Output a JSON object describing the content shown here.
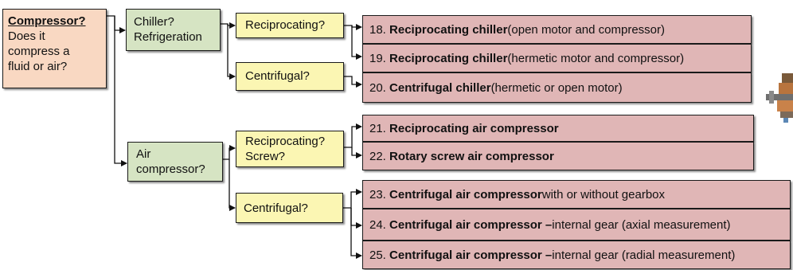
{
  "root": {
    "title": "Compressor?",
    "question": "Does it\ncompress a\nfluid or air?"
  },
  "branches": {
    "chiller": "Chiller?\nRefrigeration",
    "air_compressor": "Air\ncompressor?"
  },
  "questions": {
    "chiller_reciprocating": "Reciprocating?",
    "chiller_centrifugal": "Centrifugal?",
    "air_reciprocating_screw": "Reciprocating?\nScrew?",
    "air_centrifugal": "Centrifugal?"
  },
  "results": [
    {
      "number": "18.",
      "bold": "Reciprocating chiller",
      "rest": " (open motor and compressor)"
    },
    {
      "number": "19.",
      "bold": "Reciprocating chiller",
      "rest": " (hermetic motor and compressor)"
    },
    {
      "number": "20.",
      "bold": "Centrifugal chiller",
      "rest": " (hermetic or open motor)"
    },
    {
      "number": "21.",
      "bold": "Reciprocating air compressor",
      "rest": ""
    },
    {
      "number": "22.",
      "bold": "Rotary screw air compressor",
      "rest": ""
    },
    {
      "number": "23.",
      "bold": "Centrifugal air compressor",
      "rest": " with or without gearbox"
    },
    {
      "number": "24.",
      "bold": "Centrifugal air compressor –",
      "rest": " internal gear (axial measurement)"
    },
    {
      "number": "25.",
      "bold": "Centrifugal air compressor –",
      "rest": " internal gear (radial measurement)"
    }
  ],
  "colors": {
    "root_fill": "#f9d8c2",
    "branch_fill": "#d6e4c3",
    "question_fill": "#fbf6b3",
    "result_fill": "#e0b6b6",
    "line": "#111111"
  }
}
